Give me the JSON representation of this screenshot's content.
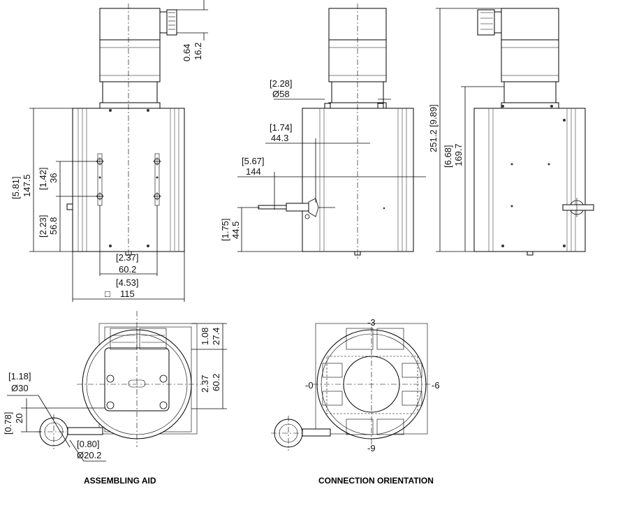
{
  "views": {
    "front": {
      "dims": {
        "cable_offset_in": "0.64",
        "cable_offset_mm": "16.2",
        "height_in": "[5.81]",
        "height_mm": "147.5",
        "hole_spacing_in": "[1.42]",
        "hole_spacing_mm": "36",
        "hole_low_in": "[2.23]",
        "hole_low_mm": "56.8",
        "hole_width_in": "[2.37]",
        "hole_width_mm": "60.2",
        "body_width_in": "[4.53]",
        "body_width_mm": "115",
        "square_symbol": "□"
      }
    },
    "side": {
      "dims": {
        "flange_in": "[2.28]",
        "flange_mm": "Ø58",
        "wire_offset_in": "[1.74]",
        "wire_offset_mm": "44.3",
        "depth_in": "[5.67]",
        "depth_mm": "144",
        "wire_height_in": "[1.75]",
        "wire_height_mm": "44.5"
      }
    },
    "rear": {
      "dims": {
        "total_height": "251.2 [9.89]",
        "body_height_in": "[6.68]",
        "body_height_mm": "169.7"
      }
    },
    "bottom_left": {
      "caption": "ASSEMBLING AID",
      "dims": {
        "top_in": "1.08",
        "top_mm": "27.4",
        "mid_in": "2.37",
        "mid_mm": "60.2",
        "pulley_in": "[1.18]",
        "pulley_mm": "Ø30",
        "offset_in": "[0.78]",
        "offset_mm": "20",
        "eye_in": "[0.80]",
        "eye_mm": "Ø20.2"
      }
    },
    "bottom_right": {
      "caption": "CONNECTION ORIENTATION",
      "labels": {
        "top": "-3",
        "bottom": "-9",
        "left": "-0",
        "right": "-6"
      }
    }
  }
}
